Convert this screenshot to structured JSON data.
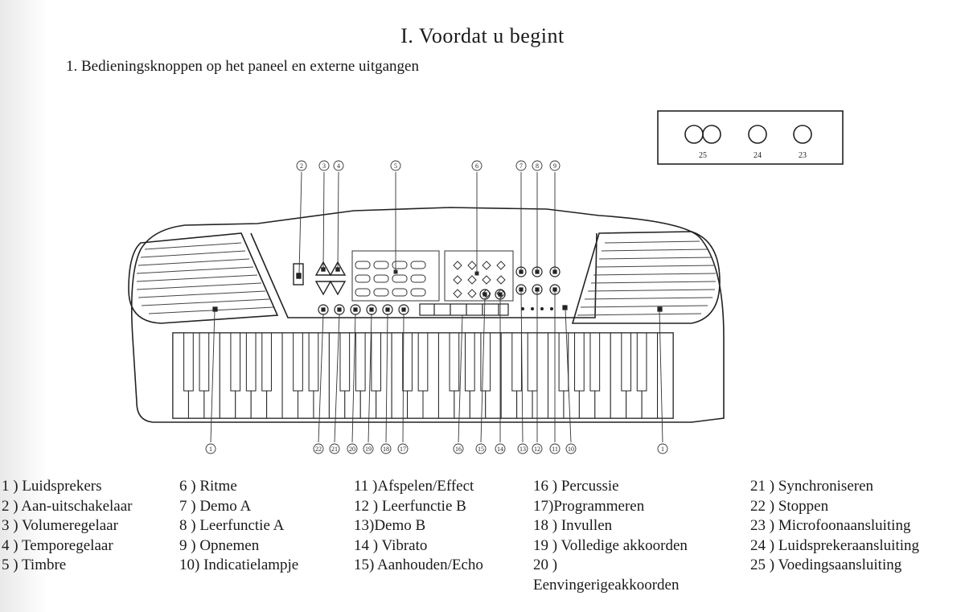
{
  "title": "I. Voordat u begint",
  "subtitle": "1. Bedieningsknoppen op het paneel en externe uitgangen",
  "callouts": {
    "top": [
      "2",
      "3",
      "4",
      "5",
      "6",
      "7",
      "8",
      "9"
    ],
    "bottom": [
      "22",
      "21",
      "20",
      "19",
      "18",
      "17",
      "16",
      "15",
      "14",
      "13",
      "12",
      "11",
      "10"
    ],
    "speaker": "1",
    "jacks": [
      "25",
      "24",
      "23"
    ]
  },
  "legend": {
    "col1": [
      "1 ) Luidsprekers",
      "2 ) Aan-uitschakelaar",
      "3 ) Volumeregelaar",
      "4 ) Temporegelaar",
      "5 ) Timbre"
    ],
    "col2": [
      "6   ) Ritme",
      "7   ) Demo A",
      "8   ) Leerfunctie A",
      "9   ) Opnemen",
      "10) Indicatielampje"
    ],
    "col3": [
      "11 )Afspelen/Effect",
      "12 ) Leerfunctie B",
      "13)Demo B",
      "14 ) Vibrato",
      "15) Aanhouden/Echo"
    ],
    "col4": [
      "16 ) Percussie",
      "17)Programmeren",
      "18 ) Invullen",
      "19 ) Volledige akkoorden",
      "20 )",
      "Eenvingerigeakkoorden"
    ],
    "col5": [
      "21 ) Synchroniseren",
      "22 ) Stoppen",
      "23 ) Microfoonaansluiting",
      "24 ) Luidsprekeraansluiting",
      "25 ) Voedingsaansluiting"
    ]
  }
}
